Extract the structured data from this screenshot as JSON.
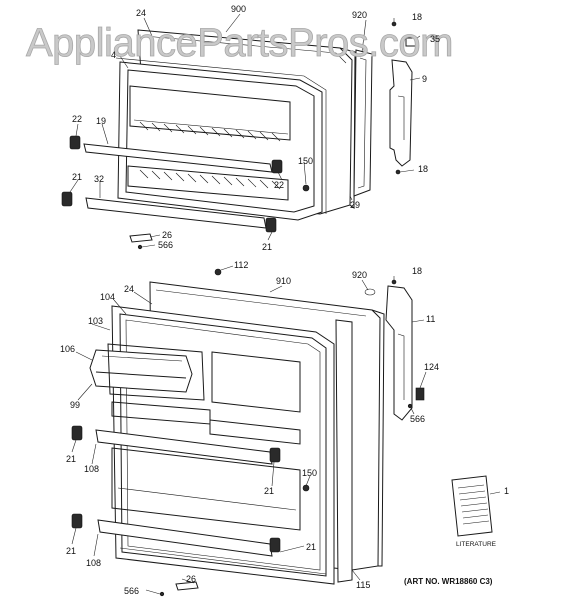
{
  "watermark": "AppliancePartsPros.com",
  "art_number": "(ART NO. WR18860 C3)",
  "literature_label": "LITERATURE",
  "upper_door_labels": [
    "900",
    "24",
    "920",
    "18",
    "35",
    "4",
    "9",
    "22",
    "19",
    "150",
    "22",
    "18",
    "29",
    "21",
    "32",
    "26",
    "566",
    "21"
  ],
  "lower_door_labels": [
    "112",
    "910",
    "920",
    "18",
    "24",
    "104",
    "103",
    "11",
    "106",
    "99",
    "124",
    "566",
    "21",
    "108",
    "150",
    "21",
    "1",
    "21",
    "108",
    "21",
    "115",
    "26",
    "566"
  ]
}
